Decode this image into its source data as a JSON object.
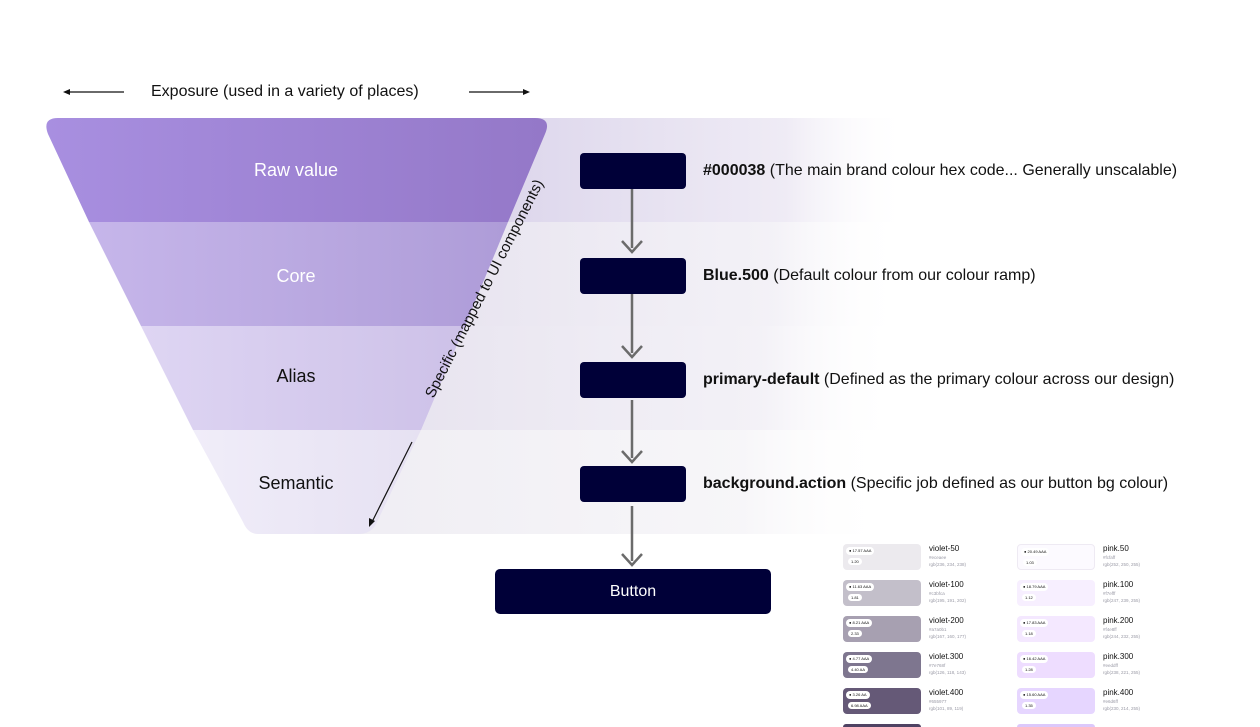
{
  "exposure": {
    "label": "Exposure (used in a variety of places)"
  },
  "specific": {
    "label": "Specific (mapped to UI components)"
  },
  "layers": [
    {
      "name": "Raw value",
      "token": "#000038",
      "description": " (The main brand colour hex code... Generally unscalable)"
    },
    {
      "name": "Core",
      "token": "Blue.500",
      "description": " (Default colour from our colour ramp)"
    },
    {
      "name": "Alias",
      "token": "primary-default",
      "description": " (Defined as the primary colour across our design)"
    },
    {
      "name": "Semantic",
      "token": "background.action",
      "description": " (Specific job defined as our button bg colour)"
    }
  ],
  "button": {
    "label": "Button"
  },
  "colors": {
    "token_fill": "#000038",
    "funnel_raw": "#9b7fd4",
    "funnel_core": "#b9a6e2",
    "funnel_alias": "#d6cbef",
    "funnel_semantic": "#ece8f7"
  },
  "palette": {
    "violet": [
      {
        "name": "violet-50",
        "hex": "#eceaee",
        "rgb": "rgb(236, 234, 238)",
        "badge": "17.57 AAA",
        "badge2": "1.20"
      },
      {
        "name": "violet-100",
        "hex": "#c3bfca",
        "rgb": "rgb(195, 191, 202)",
        "badge": "11.63 AAA",
        "badge2": "1.81"
      },
      {
        "name": "violet-200",
        "hex": "#a7a0b1",
        "rgb": "rgb(167, 160, 177)",
        "badge": "8.21 AAA",
        "badge2": "2.33"
      },
      {
        "name": "violet.300",
        "hex": "#7e768f",
        "rgb": "rgb(126, 118, 143)",
        "badge": "4.77 AAA",
        "badge2": "4.40 AA"
      },
      {
        "name": "violet.400",
        "hex": "#655977",
        "rgb": "rgb(101, 89, 119)",
        "badge": "3.26 AA",
        "badge2": "6.98 AAA"
      }
    ],
    "pink": [
      {
        "name": "pink.50",
        "hex": "#fcfaff",
        "rgb": "rgb(252, 250, 255)",
        "badge": "20.49 AAA",
        "badge2": "1.03"
      },
      {
        "name": "pink.100",
        "hex": "#f7efff",
        "rgb": "rgb(247, 239, 255)",
        "badge": "18.79 AAA",
        "badge2": "1.12"
      },
      {
        "name": "pink.200",
        "hex": "#f4e8ff",
        "rgb": "rgb(244, 232, 255)",
        "badge": "17.83 AAA",
        "badge2": "1.18"
      },
      {
        "name": "pink.300",
        "hex": "#eeddff",
        "rgb": "rgb(238, 221, 255)",
        "badge": "16.42 AAA",
        "badge2": "1.28"
      },
      {
        "name": "pink.400",
        "hex": "#e6d6ff",
        "rgb": "rgb(230, 214, 255)",
        "badge": "15.60 AAA",
        "badge2": "1.35"
      }
    ]
  }
}
